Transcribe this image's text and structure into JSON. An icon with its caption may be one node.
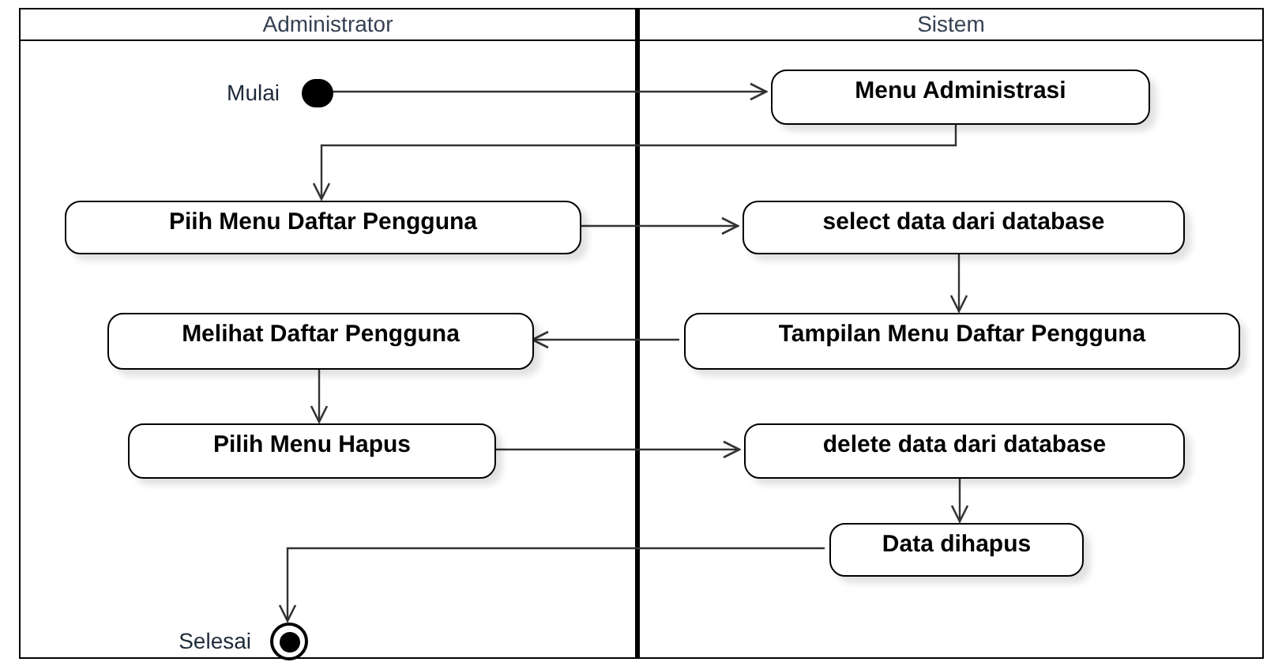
{
  "diagram": {
    "nodes": [
      {
        "text": [
          "Administrator"
        ]
      },
      {
        "text": [
          "Sistem"
        ]
      },
      {
        "text": [],
        "shape": "circle",
        "in": 0,
        "beside": [
          "Mulai"
        ]
      },
      {
        "text": [
          "Menu Administrasi"
        ],
        "in": 1
      },
      {
        "text": [
          "Piih Menu Daftar Pengguna"
        ],
        "in": 0
      },
      {
        "text": [
          "select data dari database"
        ],
        "in": 1
      },
      {
        "text": [
          "Melihat Daftar Pengguna"
        ],
        "in": 0
      },
      {
        "text": [
          "Tampilan Menu Daftar Pengguna"
        ],
        "in": 1
      },
      {
        "text": [
          "Pilih Menu Hapus"
        ],
        "in": 0
      },
      {
        "text": [
          "delete data dari database"
        ],
        "in": 1
      },
      {
        "text": [
          "Data dihapus"
        ],
        "in": 1
      },
      {
        "text": [],
        "shape": "bullseye",
        "in": 0,
        "beside": [
          "Selesai"
        ]
      }
    ],
    "edges": [
      {
        "from": 2,
        "to": 3,
        "arrow": "to"
      },
      {
        "from": 3,
        "to": 4,
        "arrow": "to"
      },
      {
        "from": 4,
        "to": 5,
        "arrow": "to"
      },
      {
        "from": 5,
        "to": 7,
        "arrow": "to"
      },
      {
        "from": 7,
        "to": 6,
        "arrow": "to"
      },
      {
        "from": 6,
        "to": 8,
        "arrow": "to"
      },
      {
        "from": 8,
        "to": 9,
        "arrow": "to"
      },
      {
        "from": 9,
        "to": 10,
        "arrow": "to"
      },
      {
        "from": 10,
        "to": 11,
        "arrow": "to"
      }
    ]
  }
}
